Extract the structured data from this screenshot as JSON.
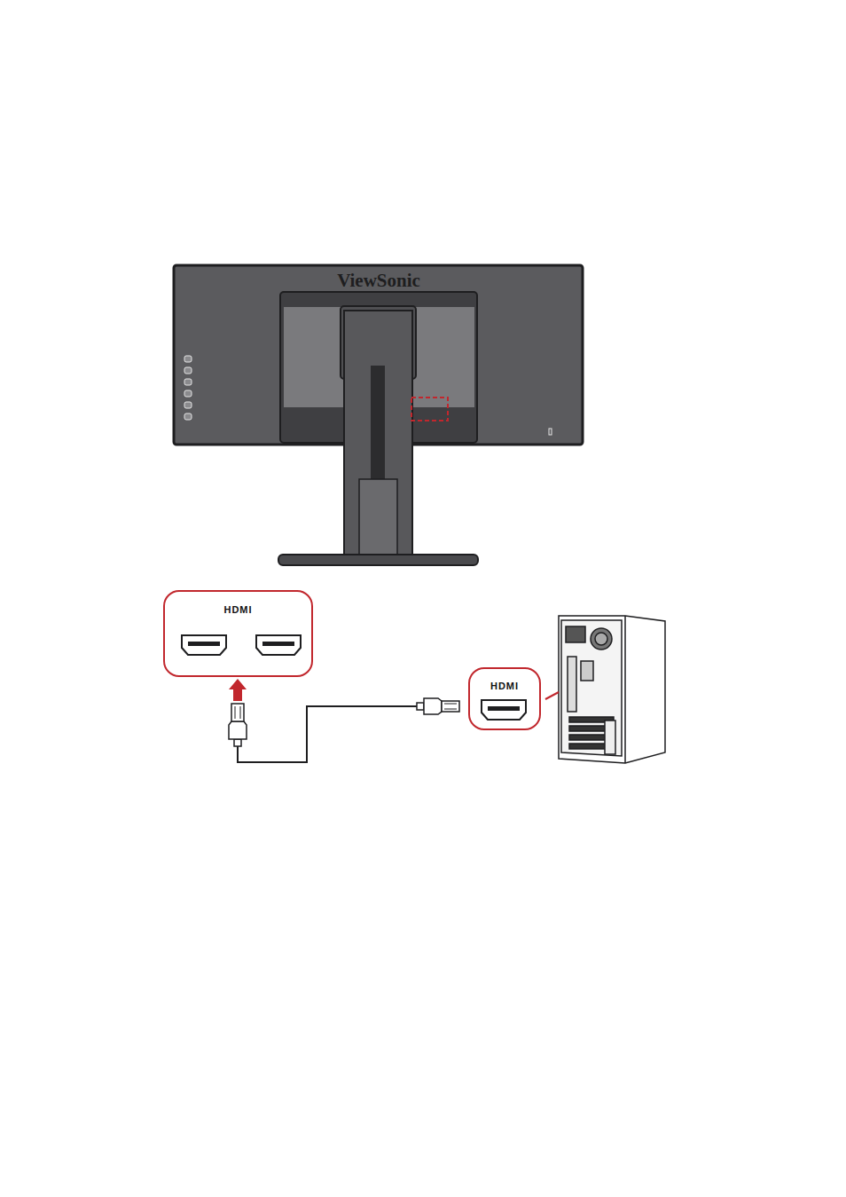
{
  "diagram": {
    "nodes": [
      {
        "text": [
          "HDMI"
        ]
      },
      {
        "text": [
          "HDMI"
        ]
      }
    ],
    "edges": [
      {
        "from": 1,
        "to": 0,
        "arrow": "to"
      }
    ],
    "labels": [
      "ViewSonic"
    ]
  }
}
